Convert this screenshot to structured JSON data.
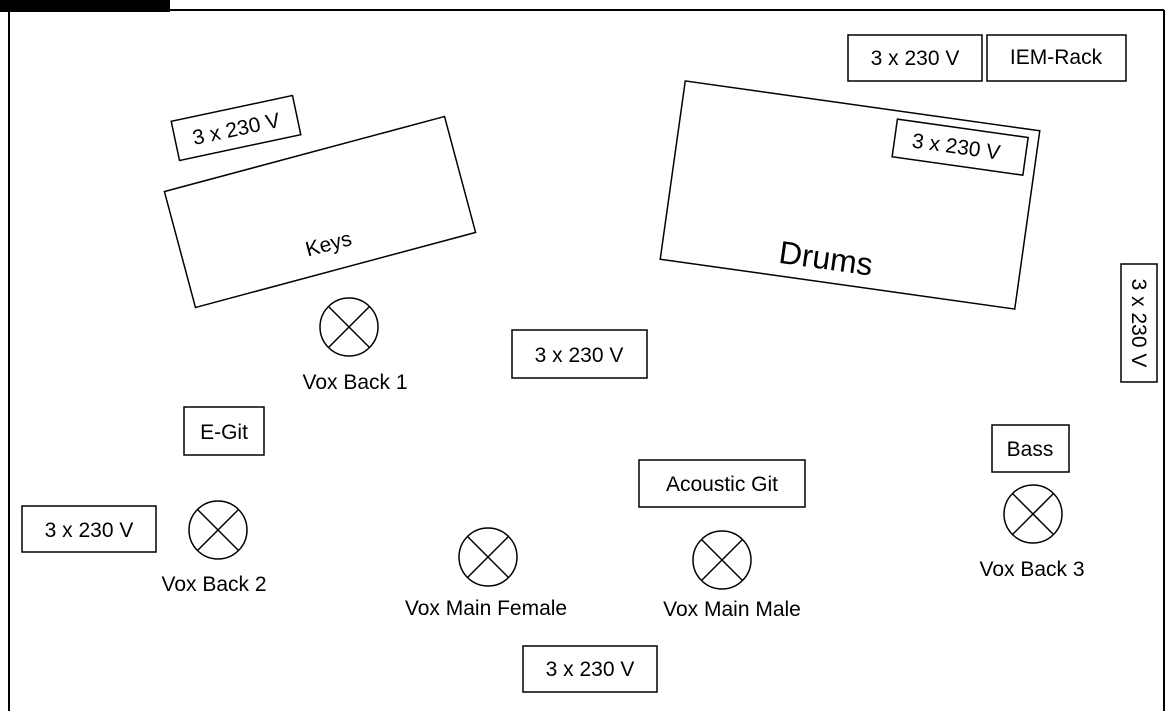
{
  "diagram": {
    "power_label": "3 x 230 V",
    "instruments": {
      "keys": "Keys",
      "drums": "Drums",
      "iem_rack": "IEM-Rack",
      "e_git": "E-Git",
      "bass": "Bass",
      "acoustic_git": "Acoustic Git"
    },
    "vocals": {
      "vox_back_1": "Vox Back 1",
      "vox_back_2": "Vox Back 2",
      "vox_back_3": "Vox Back 3",
      "vox_main_female": "Vox Main Female",
      "vox_main_male": "Vox Main Male"
    }
  }
}
